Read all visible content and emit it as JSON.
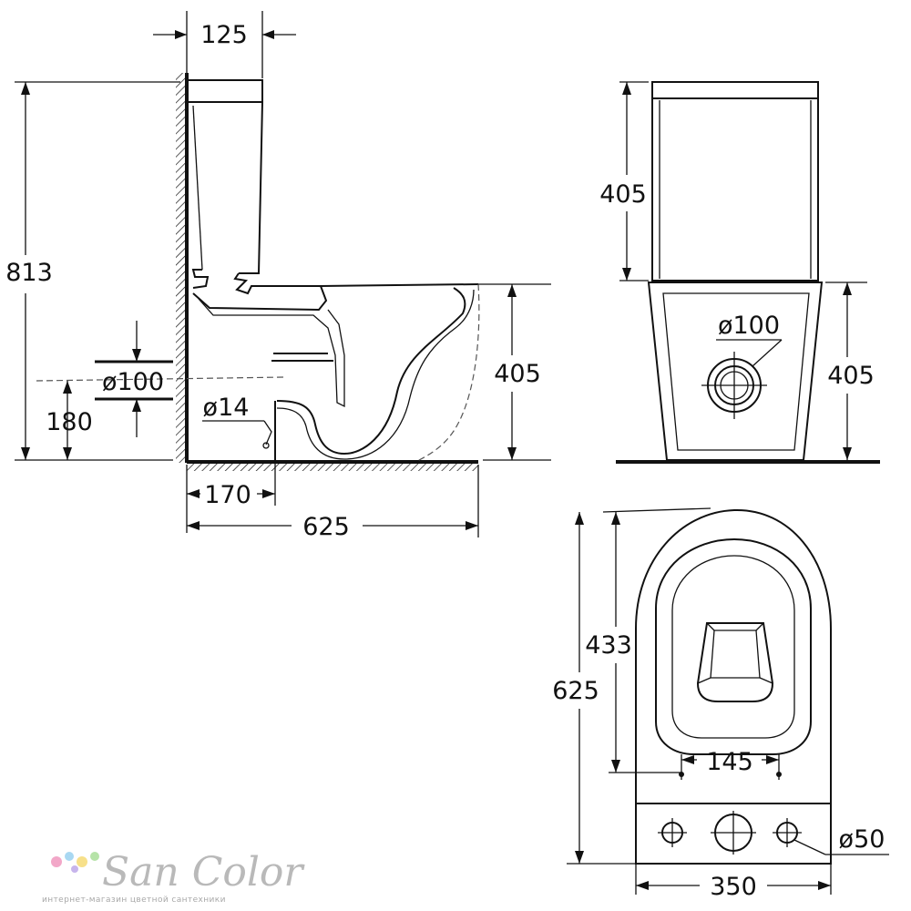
{
  "side_view": {
    "dims": {
      "tank_depth": "125",
      "total_height": "813",
      "outlet_diameter": "ø100",
      "outlet_height": "180",
      "inlet_diameter": "ø14",
      "inlet_offset": "170",
      "length": "625",
      "bowl_height": "405"
    }
  },
  "front_view": {
    "dims": {
      "tank_height": "405",
      "outlet_diameter": "ø100",
      "bowl_height": "405"
    }
  },
  "top_view": {
    "dims": {
      "seat_length": "433",
      "length": "625",
      "bolt_spacing": "145",
      "hole_diameter": "ø50",
      "width": "350"
    }
  },
  "watermark": {
    "brand": "San Color",
    "tagline": "интернет-магазин цветной сантехники",
    "dot_colors": [
      "#f2a7c8",
      "#a9d8f2",
      "#f7e08a",
      "#b6e3a8",
      "#c7b4ec"
    ]
  }
}
